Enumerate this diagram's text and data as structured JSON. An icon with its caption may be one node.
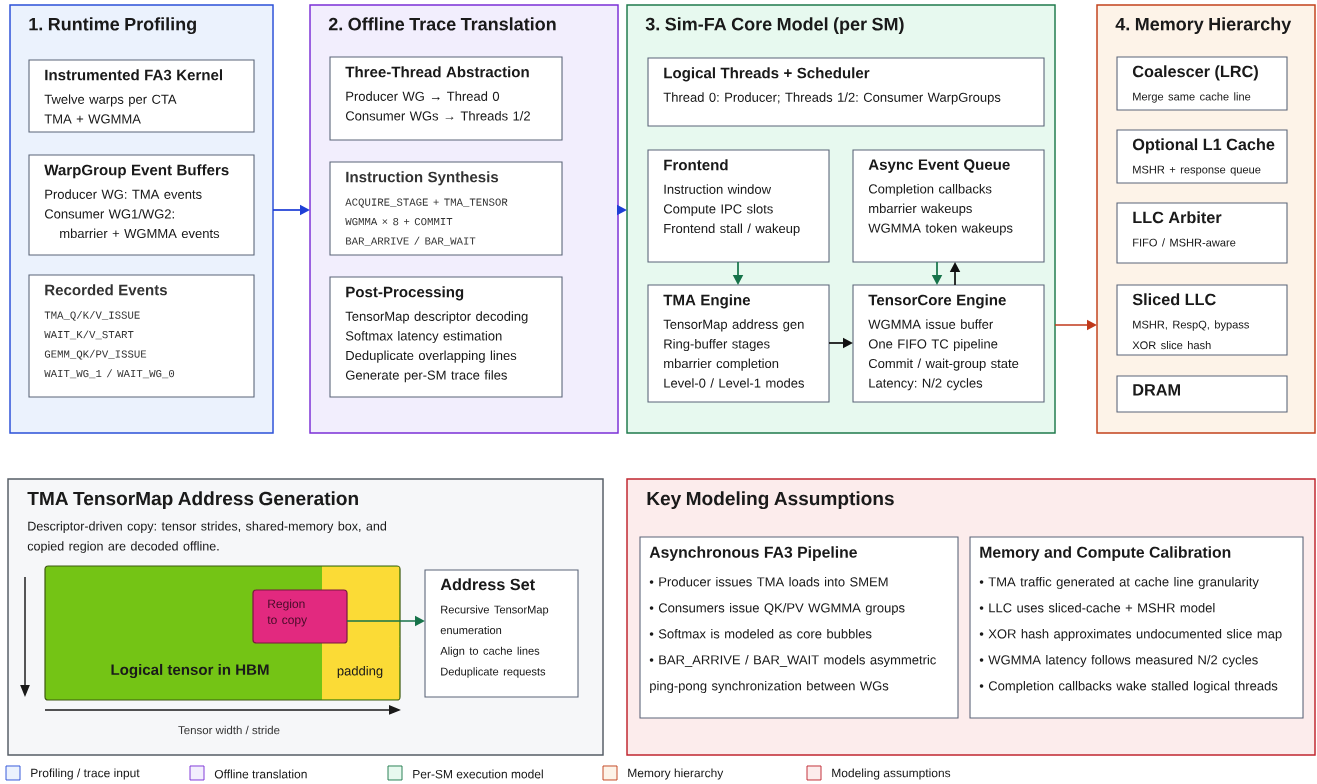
{
  "diagram": {
    "nodes": [
      {
        "text": [
          "1. Runtime Profiling"
        ]
      },
      {
        "text": [
          "Instrumented FA3 Kernel",
          "Twelve warps per CTA",
          "TMA + WGMMA"
        ],
        "in": 0
      },
      {
        "text": [
          "WarpGroup Event Buffers",
          "Producer WG: TMA events",
          "Consumer WG1/WG2:",
          "mbarrier + WGMMA events"
        ],
        "in": 0
      },
      {
        "text": [
          "Recorded Events",
          "TMA_Q/K/V_ISSUE",
          "WAIT_K/V_START",
          "GEMM_QK/PV_ISSUE",
          "WAIT_WG_1 / WAIT_WG_0"
        ],
        "in": 0
      },
      {
        "text": [
          "2. Offline Trace Translation"
        ]
      },
      {
        "text": [
          "Three-Thread Abstraction",
          "Producer WG → Thread 0",
          "Consumer WGs → Threads 1/2"
        ],
        "in": 4
      },
      {
        "text": [
          "Instruction Synthesis",
          "ACQUIRE_STAGE + TMA_TENSOR",
          "WGMMA × 8 + COMMIT",
          "BAR_ARRIVE / BAR_WAIT"
        ],
        "in": 4
      },
      {
        "text": [
          "Post-Processing",
          "TensorMap descriptor decoding",
          "Softmax latency estimation",
          "Deduplicate overlapping lines",
          "Generate per-SM trace files"
        ],
        "in": 4
      },
      {
        "text": [
          "3. Sim-FA Core Model (per SM)"
        ]
      },
      {
        "text": [
          "Logical Threads + Scheduler",
          "Thread 0: Producer; Threads 1/2: Consumer WarpGroups"
        ],
        "in": 8
      },
      {
        "text": [
          "Frontend",
          "Instruction window",
          "Compute IPC slots",
          "Frontend stall / wakeup"
        ],
        "in": 8
      },
      {
        "text": [
          "Async Event Queue",
          "Completion callbacks",
          "mbarrier wakeups",
          "WGMMA token wakeups"
        ],
        "in": 8
      },
      {
        "text": [
          "TMA Engine",
          "TensorMap address gen",
          "Ring-buffer stages",
          "mbarrier completion",
          "Level-0 / Level-1 modes"
        ],
        "in": 8
      },
      {
        "text": [
          "TensorCore Engine",
          "WGMMA issue buffer",
          "One FIFO TC pipeline",
          "Commit / wait-group state",
          "Latency: N/2 cycles"
        ],
        "in": 8
      },
      {
        "text": [
          "4. Memory Hierarchy"
        ]
      },
      {
        "text": [
          "Coalescer (LRC)",
          "Merge same cache line"
        ],
        "in": 14
      },
      {
        "text": [
          "Optional L1 Cache",
          "MSHR + response queue"
        ],
        "in": 14
      },
      {
        "text": [
          "LLC Arbiter",
          "FIFO / MSHR-aware"
        ],
        "in": 14
      },
      {
        "text": [
          "Sliced LLC",
          "MSHR, RespQ, bypass",
          "XOR slice hash"
        ],
        "in": 14
      },
      {
        "text": [
          "DRAM"
        ],
        "in": 14
      },
      {
        "text": [
          "TMA TensorMap Address Generation",
          "Descriptor-driven copy: tensor strides, shared-memory box, and copied region are decoded offline."
        ]
      },
      {
        "text": [
          "Logical tensor in HBM"
        ],
        "in": 20
      },
      {
        "text": [
          "padding"
        ],
        "in": 21
      },
      {
        "text": [
          "Region to copy"
        ],
        "in": 21
      },
      {
        "text": [
          "Address Set",
          "Recursive TensorMap enumeration",
          "Align to cache lines",
          "Deduplicate requests"
        ],
        "in": 20
      },
      {
        "text": [
          "Key Modeling Assumptions"
        ]
      },
      {
        "text": [
          "Asynchronous FA3 Pipeline",
          "• Producer issues TMA loads into SMEM",
          "• Consumers issue QK/PV WGMMA groups",
          "• Softmax is modeled as core bubbles",
          "• BAR_ARRIVE / BAR_WAIT models asymmetric ping-pong synchronization between WGs"
        ],
        "in": 25
      },
      {
        "text": [
          "Memory and Compute Calibration",
          "• TMA traffic generated at cache line granularity",
          "• LLC uses sliced-cache + MSHR model",
          "• XOR hash approximates undocumented slice map",
          "• WGMMA latency follows measured N/2 cycles",
          "• Completion callbacks wake stalled logical threads"
        ],
        "in": 25
      }
    ],
    "edges": [
      {
        "from": 0,
        "to": 4,
        "arrow": "to",
        "color": "#1f3fd6"
      },
      {
        "from": 4,
        "to": 8,
        "arrow": "to",
        "color": "#1f3fd6"
      },
      {
        "from": 10,
        "to": 12,
        "arrow": "to",
        "color": "#17734a"
      },
      {
        "from": 11,
        "to": 13,
        "arrow": "to",
        "color": "#17734a"
      },
      {
        "from": 13,
        "to": 11,
        "arrow": "to",
        "color": "#111111"
      },
      {
        "from": 12,
        "to": 13,
        "arrow": "to",
        "color": "#111111"
      },
      {
        "from": 8,
        "to": 14,
        "arrow": "to",
        "color": "#c0391b"
      },
      {
        "from": 23,
        "to": 24,
        "arrow": "to",
        "color": "#17734a"
      }
    ],
    "labels": [
      "Tensor width / stride"
    ],
    "legend": [
      {
        "text": "Profiling / trace input",
        "color": "#ebf2fd"
      },
      {
        "text": "Offline translation",
        "color": "#f2eefd"
      },
      {
        "text": "Per-SM execution model",
        "color": "#e7f9ef"
      },
      {
        "text": "Memory hierarchy",
        "color": "#fdf3e8"
      },
      {
        "text": "Modeling assumptions",
        "color": "#fcecec"
      }
    ]
  }
}
